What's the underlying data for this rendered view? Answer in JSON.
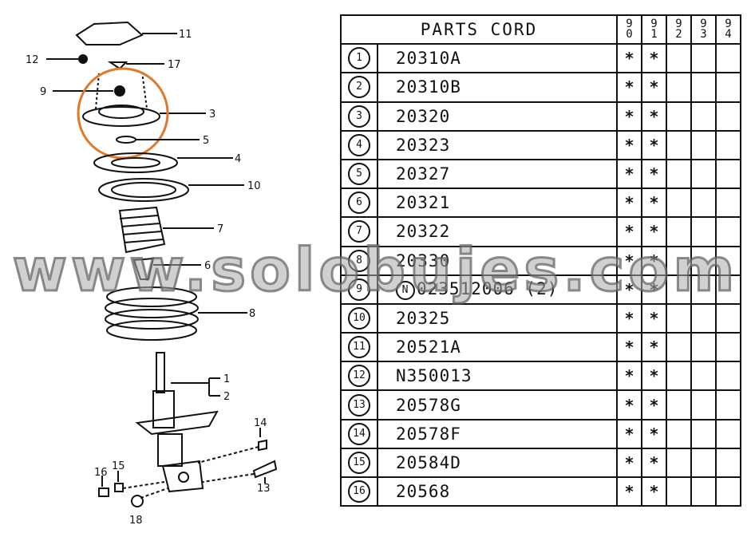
{
  "diagram": {
    "callouts": [
      "11",
      "12",
      "17",
      "9",
      "3",
      "5",
      "4",
      "10",
      "7",
      "6",
      "8",
      "1",
      "2",
      "14",
      "15",
      "16",
      "13",
      "18"
    ],
    "highlight_color": "#e07a2a"
  },
  "table": {
    "header": {
      "title": "PARTS CORD",
      "years": [
        "90",
        "91",
        "92",
        "93",
        "94"
      ]
    },
    "rows": [
      {
        "idx": "1",
        "code": "20310A",
        "marks": [
          "*",
          "*",
          "",
          "",
          ""
        ]
      },
      {
        "idx": "2",
        "code": "20310B",
        "marks": [
          "*",
          "*",
          "",
          "",
          ""
        ]
      },
      {
        "idx": "3",
        "code": "20320",
        "marks": [
          "*",
          "*",
          "",
          "",
          ""
        ]
      },
      {
        "idx": "4",
        "code": "20323",
        "marks": [
          "*",
          "*",
          "",
          "",
          ""
        ]
      },
      {
        "idx": "5",
        "code": "20327",
        "marks": [
          "*",
          "*",
          "",
          "",
          ""
        ]
      },
      {
        "idx": "6",
        "code": "20321",
        "marks": [
          "*",
          "*",
          "",
          "",
          ""
        ]
      },
      {
        "idx": "7",
        "code": "20322",
        "marks": [
          "*",
          "*",
          "",
          "",
          ""
        ]
      },
      {
        "idx": "8",
        "code": "20330",
        "marks": [
          "*",
          "*",
          "",
          "",
          ""
        ]
      },
      {
        "idx": "9",
        "prefix": "N",
        "code": "023512006 (2)",
        "marks": [
          "*",
          "*",
          "",
          "",
          ""
        ]
      },
      {
        "idx": "10",
        "code": "20325",
        "marks": [
          "*",
          "*",
          "",
          "",
          ""
        ]
      },
      {
        "idx": "11",
        "code": "20521A",
        "marks": [
          "*",
          "*",
          "",
          "",
          ""
        ]
      },
      {
        "idx": "12",
        "code": "N350013",
        "marks": [
          "*",
          "*",
          "",
          "",
          ""
        ]
      },
      {
        "idx": "13",
        "code": "20578G",
        "marks": [
          "*",
          "*",
          "",
          "",
          ""
        ]
      },
      {
        "idx": "14",
        "code": "20578F",
        "marks": [
          "*",
          "*",
          "",
          "",
          ""
        ]
      },
      {
        "idx": "15",
        "code": "20584D",
        "marks": [
          "*",
          "*",
          "",
          "",
          ""
        ]
      },
      {
        "idx": "16",
        "code": "20568",
        "marks": [
          "*",
          "*",
          "",
          "",
          ""
        ]
      }
    ]
  },
  "watermark": "www.solobujes.com"
}
